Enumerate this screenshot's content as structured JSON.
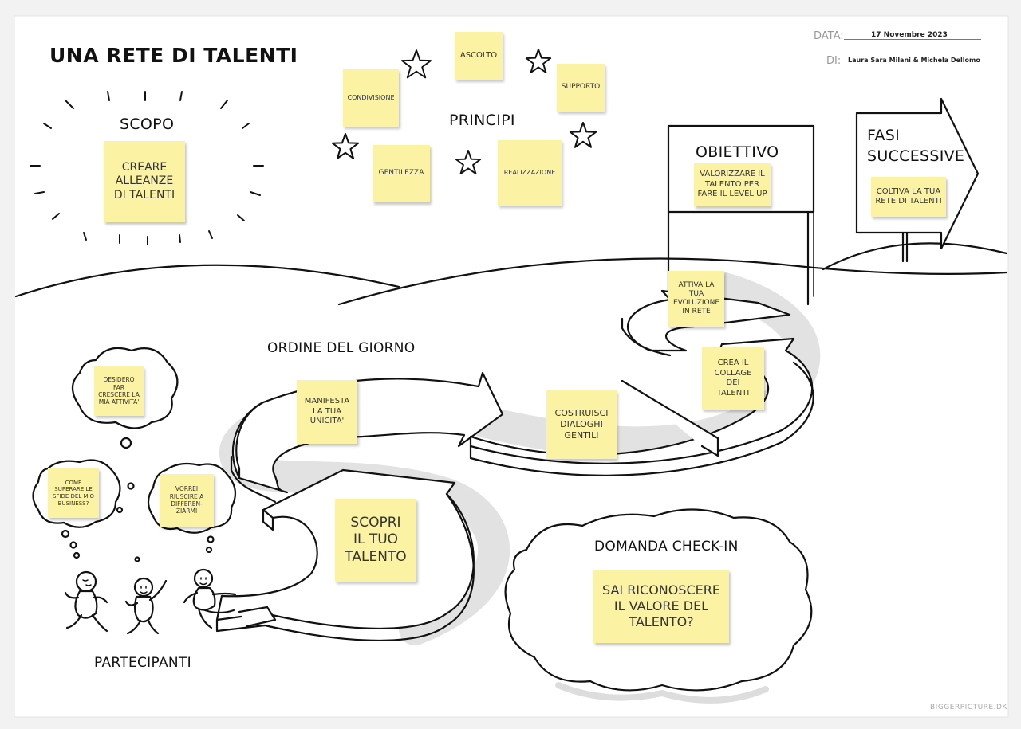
{
  "title": "UNA RETE DI TALENTI",
  "meta": {
    "date_label": "DATA:",
    "date_value": "17 Novembre 2023",
    "by_label": "DI:",
    "by_value": "Laura Sara Milani & Michela Dellomo"
  },
  "scopo": {
    "heading": "SCOPO",
    "note": "CREARE\nALLEANZE\nDI TALENTI"
  },
  "principi": {
    "heading": "PRINCIPI",
    "notes": [
      "ASCOLTO",
      "CONDIVISIONE",
      "SUPPORTO",
      "GENTILEZZA",
      "REALIZZAZIONE"
    ]
  },
  "obiettivo": {
    "heading": "OBIETTIVO",
    "note": "VALORIZZARE IL\nTALENTO PER\nFARE IL LEVEL UP"
  },
  "fasi": {
    "heading": "FASI\nSUCCESSIVE",
    "note": "COLTIVA LA TUA\nRETE DI TALENTI"
  },
  "ordine": {
    "heading": "ORDINE DEL GIORNO",
    "steps": [
      "SCOPRI\nIL TUO\nTALENTO",
      "MANIFESTA\nLA TUA\nUNICITA'",
      "COSTRUISCI\nDIALOGHI\nGENTILI",
      "CREA IL\nCOLLAGE\nDEI\nTALENTI",
      "ATTIVA LA\nTUA\nEVOLUZIONE\nIN RETE"
    ]
  },
  "partecipanti": {
    "heading": "PARTECIPANTI",
    "thoughts": [
      "DESIDERO\nFAR\nCRESCERE LA\nMIA ATTIVITA'",
      "COME\nSUPERARE LE\nSFIDE DEL MIO\nBUSINESS?",
      "VORREI\nRIUSCIRE A\nDIFFEREN-\nZIARMI"
    ]
  },
  "checkin": {
    "heading": "DOMANDA CHECK-IN",
    "note": "SAI RICONOSCERE\nIL VALORE DEL\nTALENTO?"
  },
  "brand": "BIGGERPICTURE.DK",
  "colors": {
    "note": "#fbf3a3",
    "paper": "#ffffff",
    "ink": "#111111",
    "shadow": "#dcdcdc"
  }
}
